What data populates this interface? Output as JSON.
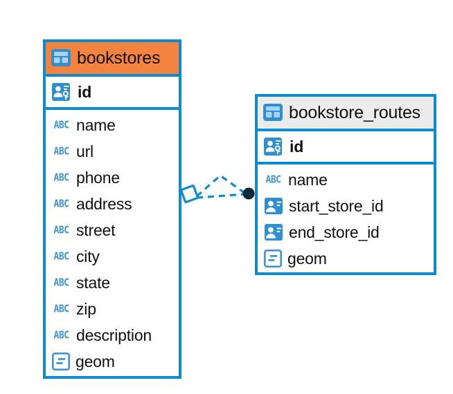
{
  "diagram": {
    "type": "entity-relationship-diagram",
    "background_color": "#FFFFFF",
    "accent_color": "#0D8BD0",
    "entities": [
      {
        "name": "bookstores",
        "header_color": "#F4833F",
        "icon": "table-icon",
        "primary_key": {
          "name": "id",
          "icon": "primary-key-icon"
        },
        "fields": [
          {
            "name": "name",
            "icon": "abc-text-icon"
          },
          {
            "name": "url",
            "icon": "abc-text-icon"
          },
          {
            "name": "phone",
            "icon": "abc-text-icon"
          },
          {
            "name": "address",
            "icon": "abc-text-icon"
          },
          {
            "name": "street",
            "icon": "abc-text-icon"
          },
          {
            "name": "city",
            "icon": "abc-text-icon"
          },
          {
            "name": "state",
            "icon": "abc-text-icon"
          },
          {
            "name": "zip",
            "icon": "abc-text-icon"
          },
          {
            "name": "description",
            "icon": "abc-text-icon"
          },
          {
            "name": "geom",
            "icon": "geometry-icon"
          }
        ]
      },
      {
        "name": "bookstore_routes",
        "header_color": "#ECECEC",
        "icon": "table-icon",
        "primary_key": {
          "name": "id",
          "icon": "primary-key-icon"
        },
        "fields": [
          {
            "name": "name",
            "icon": "abc-text-icon"
          },
          {
            "name": "start_store_id",
            "icon": "foreign-key-icon"
          },
          {
            "name": "end_store_id",
            "icon": "foreign-key-icon"
          },
          {
            "name": "geom",
            "icon": "geometry-icon"
          }
        ]
      }
    ],
    "relationship": {
      "from_entity": "bookstores",
      "to_entity": "bookstore_routes",
      "line_style": "dashed",
      "line_color": "#0D8BD0",
      "source_marker": "diamond",
      "target_marker": "filled-circle",
      "target_marker_color": "#0B2A3A"
    }
  }
}
